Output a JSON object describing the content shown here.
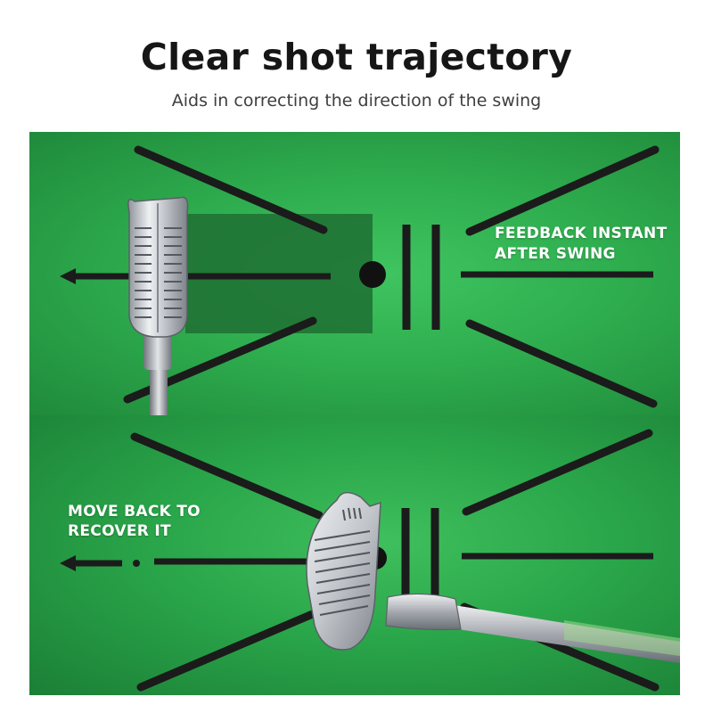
{
  "header": {
    "title": "Clear shot trajectory",
    "subtitle": "Aids in correcting the direction of the swing"
  },
  "top_panel": {
    "caption_line1": "FEEDBACK INSTANT",
    "caption_line2": "AFTER SWING"
  },
  "bottom_panel": {
    "caption_line1": "MOVE BACK TO",
    "caption_line2": "RECOVER IT"
  },
  "colors": {
    "mat_green": "#2fae4f",
    "line_dark": "#1b1b1b",
    "text_white": "#ffffff",
    "club_silver": "#c9ccd1"
  }
}
